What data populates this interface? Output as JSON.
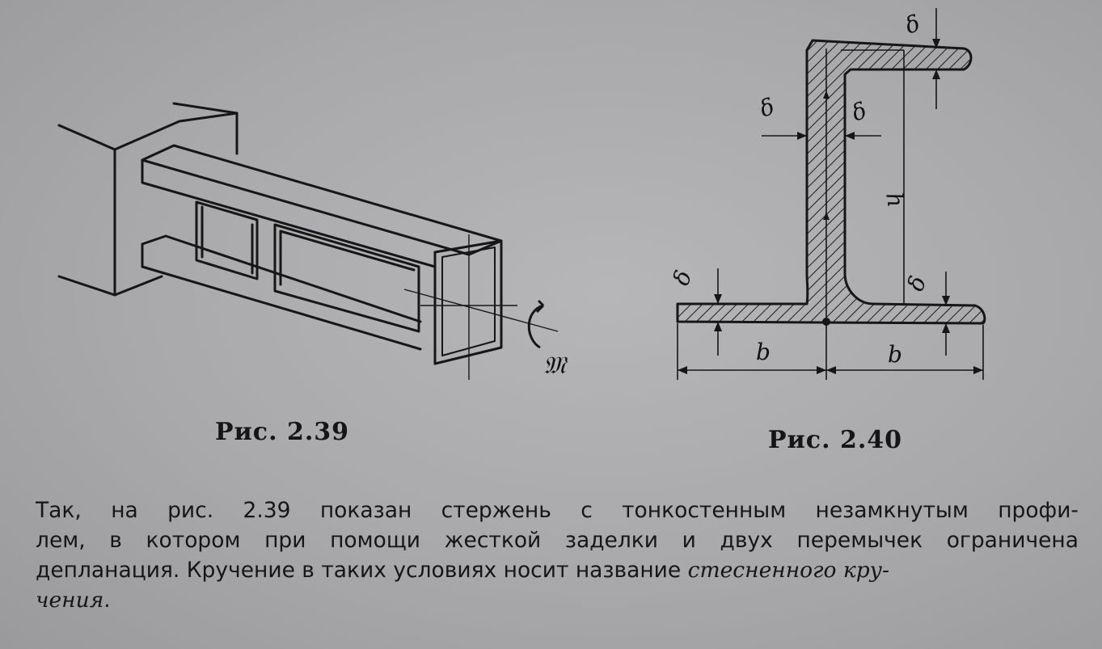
{
  "figures": {
    "fig_239": {
      "caption": "Рис. 2.39",
      "moment_label": "𝔐"
    },
    "fig_240": {
      "caption": "Рис. 2.40",
      "labels": {
        "thickness": "δ",
        "height": "h",
        "width": "b"
      }
    }
  },
  "paragraph": {
    "line1": "Так, на рис. 2.39 показан стержень с тонкостенным незамкнутым профи-",
    "line2": "лем, в котором при помощи жесткой заделки и двух перемычек ограничена",
    "line3_plain": "депланация. Кручение в таких условиях носит название ",
    "line3_italic": "стесненного кру-",
    "line4_italic": "чения",
    "line4_plain": "."
  }
}
